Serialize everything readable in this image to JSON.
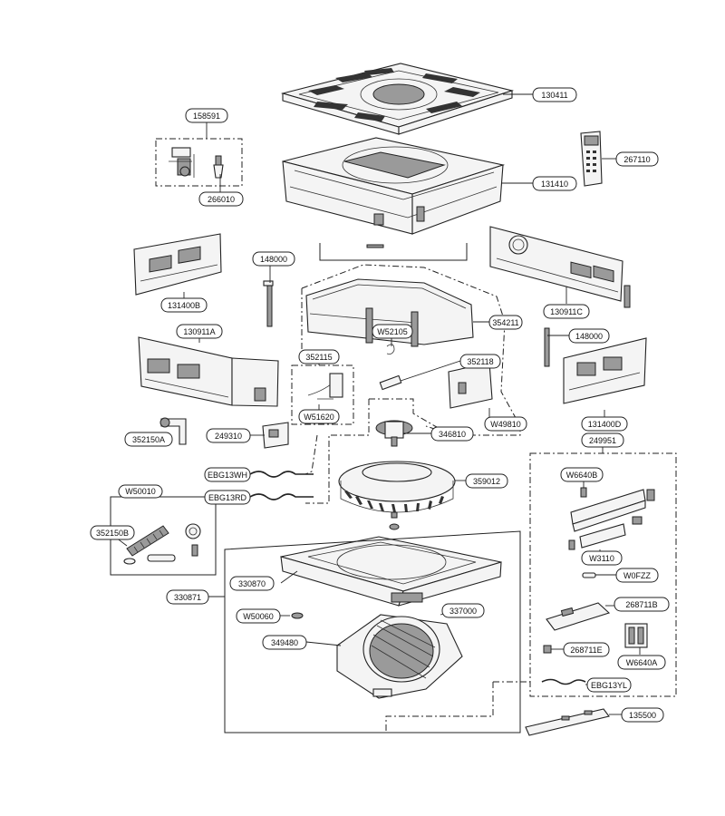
{
  "callouts": {
    "c130411": "130411",
    "c158591": "158591",
    "c267110": "267110",
    "c131410": "131410",
    "c266010": "266010",
    "c148000a": "148000",
    "c131400b": "131400B",
    "c130911c": "130911C",
    "c130911a": "130911A",
    "c352115": "352115",
    "cw52105": "W52105",
    "c354211": "354211",
    "c148000b": "148000",
    "c352118": "352118",
    "cw51620": "W51620",
    "cw49810": "W49810",
    "c131400d": "131400D",
    "c352150a": "352150A",
    "c249310": "249310",
    "c346810": "346810",
    "c249951": "249951",
    "cebg13wh": "EBG13WH",
    "c359012": "359012",
    "cw6640b": "W6640B",
    "cw50010": "W50010",
    "cebg13rd": "EBG13RD",
    "c352150b": "352150B",
    "cw3110": "W3110",
    "c330870": "330870",
    "cw0fzz": "W0FZZ",
    "c330871": "330871",
    "c268711b": "268711B",
    "cw50060": "W50060",
    "c337000": "337000",
    "c349480": "349480",
    "c268711e": "268711E",
    "cw6640a": "W6640A",
    "cebg13yl": "EBG13YL",
    "c135500": "135500"
  }
}
